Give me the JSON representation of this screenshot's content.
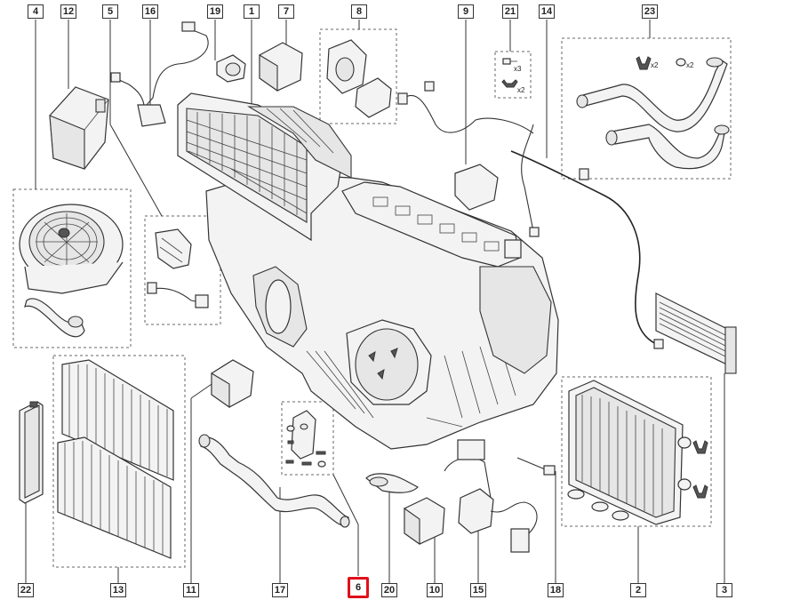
{
  "callouts": [
    {
      "id": "4",
      "highlighted": false
    },
    {
      "id": "12",
      "highlighted": false
    },
    {
      "id": "5",
      "highlighted": false
    },
    {
      "id": "16",
      "highlighted": false
    },
    {
      "id": "19",
      "highlighted": false
    },
    {
      "id": "1",
      "highlighted": false
    },
    {
      "id": "7",
      "highlighted": false
    },
    {
      "id": "8",
      "highlighted": false
    },
    {
      "id": "9",
      "highlighted": false
    },
    {
      "id": "21",
      "highlighted": false
    },
    {
      "id": "14",
      "highlighted": false
    },
    {
      "id": "23",
      "highlighted": false
    },
    {
      "id": "22",
      "highlighted": false
    },
    {
      "id": "13",
      "highlighted": false
    },
    {
      "id": "11",
      "highlighted": false
    },
    {
      "id": "17",
      "highlighted": false
    },
    {
      "id": "6",
      "highlighted": true
    },
    {
      "id": "20",
      "highlighted": false
    },
    {
      "id": "10",
      "highlighted": false
    },
    {
      "id": "15",
      "highlighted": false
    },
    {
      "id": "18",
      "highlighted": false
    },
    {
      "id": "2",
      "highlighted": false
    },
    {
      "id": "3",
      "highlighted": false
    }
  ],
  "quantity_marks": {
    "screws": "x3",
    "clips_21": "x2",
    "clips_23": "x2",
    "orings_23": "x2"
  },
  "colors": {
    "highlight": "#e0101a",
    "line": "#333333",
    "background": "#ffffff"
  }
}
